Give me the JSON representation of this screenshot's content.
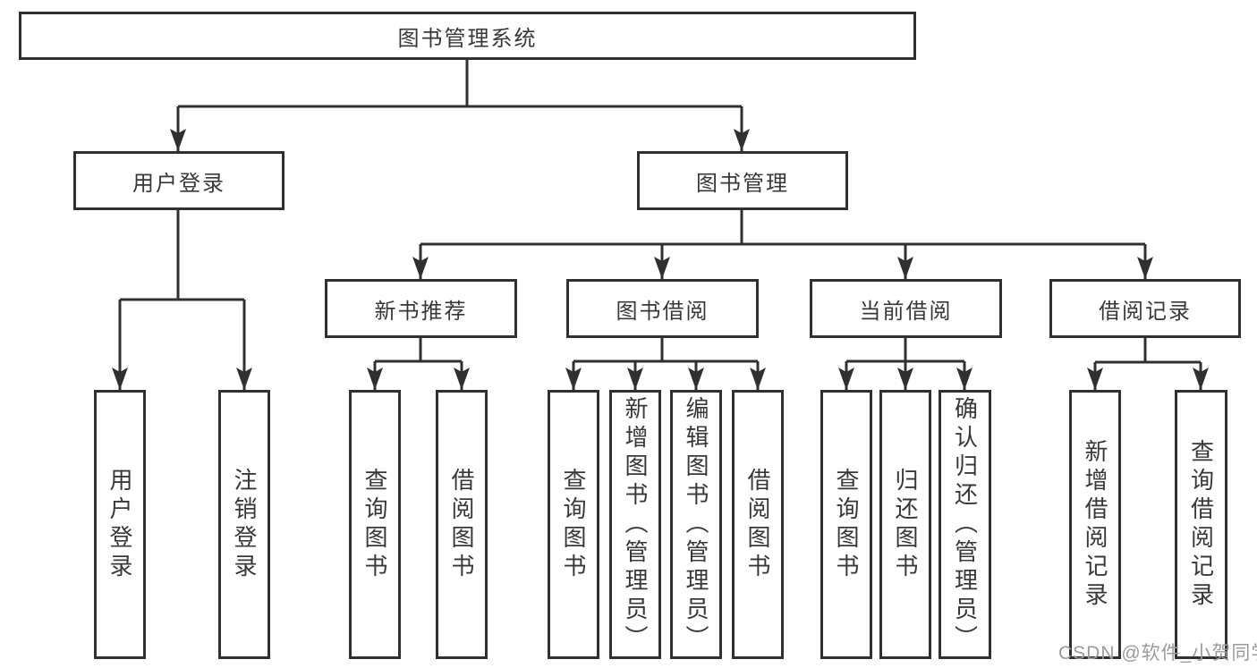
{
  "root": {
    "label": "图书管理系统"
  },
  "branches": {
    "user_login": {
      "label": "用户登录",
      "children": {
        "login": "用户登录",
        "logout": "注销登录"
      }
    },
    "book_mgmt": {
      "label": "图书管理",
      "children": {
        "new_books": {
          "label": "新书推荐",
          "children": {
            "query_books": "查询图书",
            "borrow_books": "借阅图书"
          }
        },
        "book_borrow": {
          "label": "图书借阅",
          "children": {
            "query_books": "查询图书",
            "add_books": "新增图书（管理员）",
            "edit_books": "编辑图书（管理员）",
            "borrow_books": "借阅图书"
          }
        },
        "current_borrow": {
          "label": "当前借阅",
          "children": {
            "query_books": "查询图书",
            "return_books": "归还图书",
            "confirm_return": "确认归还（管理员）"
          }
        },
        "borrow_records": {
          "label": "借阅记录",
          "children": {
            "add_record": "新增借阅记录",
            "query_record": "查询借阅记录"
          }
        }
      }
    }
  },
  "watermark": "CSDN @软件_小贺同学",
  "colors": {
    "line": "#303030",
    "text": "#383838",
    "watermark": "#9b9b9b",
    "background": "#ffffff"
  }
}
